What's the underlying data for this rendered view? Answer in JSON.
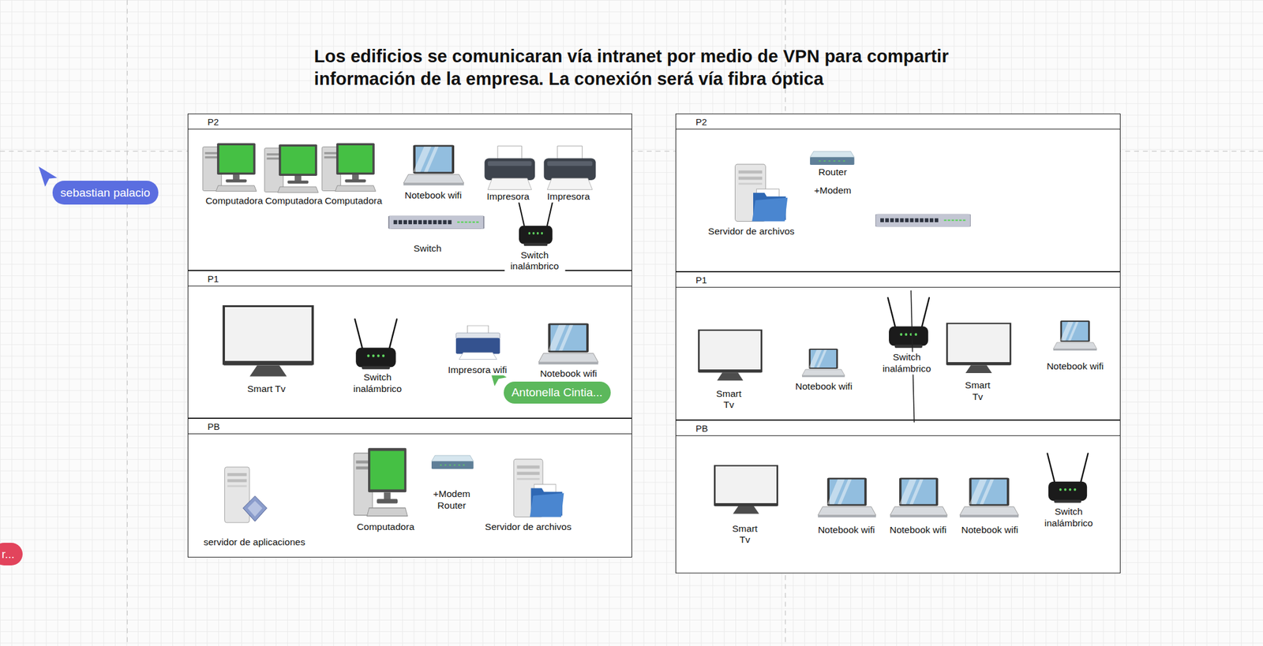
{
  "diagram": {
    "title": "Los edificios se comunicaran vía intranet por medio de VPN para compartir información de la empresa. La conexión será vía fibra óptica",
    "nodes": [
      {
        "text": [
          "P2"
        ]
      },
      {
        "text": [
          "Computadora"
        ],
        "in": 0
      },
      {
        "text": [
          "Computadora"
        ],
        "in": 0
      },
      {
        "text": [
          "Computadora"
        ],
        "in": 0
      },
      {
        "text": [
          "Notebook wifi"
        ],
        "in": 0
      },
      {
        "text": [
          "Impresora"
        ],
        "in": 0
      },
      {
        "text": [
          "Impresora"
        ],
        "in": 0
      },
      {
        "text": [
          "Switch"
        ],
        "in": 0
      },
      {
        "text": [
          "Switch inalámbrico"
        ],
        "in": 0
      },
      {
        "text": [
          "P1"
        ]
      },
      {
        "text": [
          "Smart Tv"
        ],
        "in": 9
      },
      {
        "text": [
          "Switch inalámbrico"
        ],
        "in": 9
      },
      {
        "text": [
          "Impresora wifi"
        ],
        "in": 9
      },
      {
        "text": [
          "Notebook wifi"
        ],
        "in": 9
      },
      {
        "text": [
          "PB"
        ]
      },
      {
        "text": [
          "servidor de aplicaciones"
        ],
        "in": 14
      },
      {
        "text": [
          "Computadora"
        ],
        "in": 14
      },
      {
        "text": [
          "+Modem Router"
        ],
        "in": 14
      },
      {
        "text": [
          "Servidor de archivos"
        ],
        "in": 14
      },
      {
        "text": [
          "P2"
        ]
      },
      {
        "text": [
          "Servidor de archivos"
        ],
        "in": 19
      },
      {
        "text": [
          "Router",
          "+Modem"
        ],
        "in": 19
      },
      {
        "text": [
          "P1"
        ]
      },
      {
        "text": [
          "Smart Tv"
        ],
        "in": 22
      },
      {
        "text": [
          "Notebook wifi"
        ],
        "in": 22
      },
      {
        "text": [
          "Switch inalámbrico"
        ],
        "in": 22
      },
      {
        "text": [
          "Smart Tv"
        ],
        "in": 22
      },
      {
        "text": [
          "Notebook wifi"
        ],
        "in": 22
      },
      {
        "text": [
          "PB"
        ]
      },
      {
        "text": [
          "Smart Tv"
        ],
        "in": 28
      },
      {
        "text": [
          "Notebook wifi"
        ],
        "in": 28
      },
      {
        "text": [
          "Notebook wifi"
        ],
        "in": 28
      },
      {
        "text": [
          "Notebook wifi"
        ],
        "in": 28
      },
      {
        "text": [
          "Switch inalámbrico"
        ],
        "in": 28
      }
    ],
    "labels": [
      "sebastian palacio",
      "Antonella Cintia...",
      "r..."
    ]
  }
}
